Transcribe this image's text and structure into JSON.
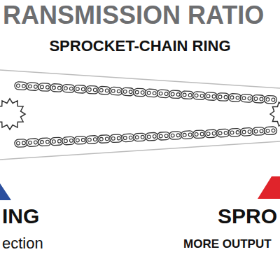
{
  "diagram": {
    "title": "RANSMISSION RATIO",
    "labels": [
      "SPROCKET-CHAIN RING",
      "ING",
      "ection",
      "SPRO",
      "MORE OUTPUT"
    ]
  }
}
